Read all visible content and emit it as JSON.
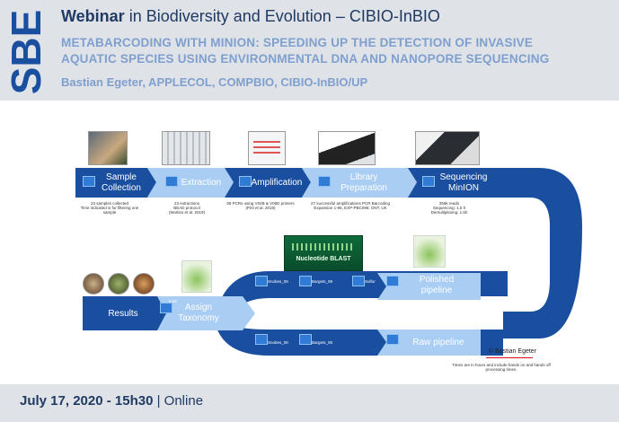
{
  "header": {
    "logo_text": "SBE",
    "title_bold": "Webinar",
    "title_rest": " in Biodiversity and Evolution – CIBIO-InBIO",
    "subtitle_line1": "METABARCODING WITH MINION: SPEEDING UP THE DETECTION OF INVASIVE",
    "subtitle_line2": "AQUATIC SPECIES USING ENVIRONMENTAL DNA AND NANOPORE SEQUENCING",
    "authors": "Bastian Egeter, APPLECOL, COMPBIO, CIBIO-InBIO/UP"
  },
  "diagram": {
    "stages_top": [
      {
        "label": "Sample\nCollection",
        "note": "23 samples collected\nTime indicated is for filtering one sample"
      },
      {
        "label": "Extraction",
        "note": "23 extractions\nBEAD protocol\n(Martins et al. 2019)"
      },
      {
        "label": "Amplification",
        "note": "58 PCRs using V04B & V06D primers (Pint et al. 2018)"
      },
      {
        "label": "Library\nPreparation",
        "note": "27 successful amplifications PCR Barcoding Expansion 1-96, EXP-PBC096; ONT, UK"
      },
      {
        "label": "Sequencing\nMinION",
        "note": "359k reads\nSequencing: 1.5 h\nDemultiplexing: 1.5h"
      }
    ],
    "polished_pipeline": "Polished\npipeline",
    "raw_pipeline": "Raw pipeline",
    "assign_taxonomy": "Assign\nTaxonomy",
    "results": "Results",
    "blast_label": "Nucleotide BLAST",
    "node_labels_polished": [
      "Snobes_08",
      "Bargets_08",
      "Sulfur"
    ],
    "node_labels_raw": [
      "Snobes_08",
      "Bargets_08"
    ],
    "assign_time": "0.08",
    "copyright": "© Bastian Egeter",
    "time_note": "Times are in hours and include hands on and hands off processing times."
  },
  "footer": {
    "date": "July 17, 2020 - 15h30",
    "separator": " | ",
    "mode": "Online"
  },
  "colors": {
    "dark_blue": "#1a4fa0",
    "light_blue": "#a9cdf3",
    "header_bg": "#dfe2e7",
    "title_navy": "#1f3a63",
    "subtitle_blue": "#7f9fce"
  }
}
